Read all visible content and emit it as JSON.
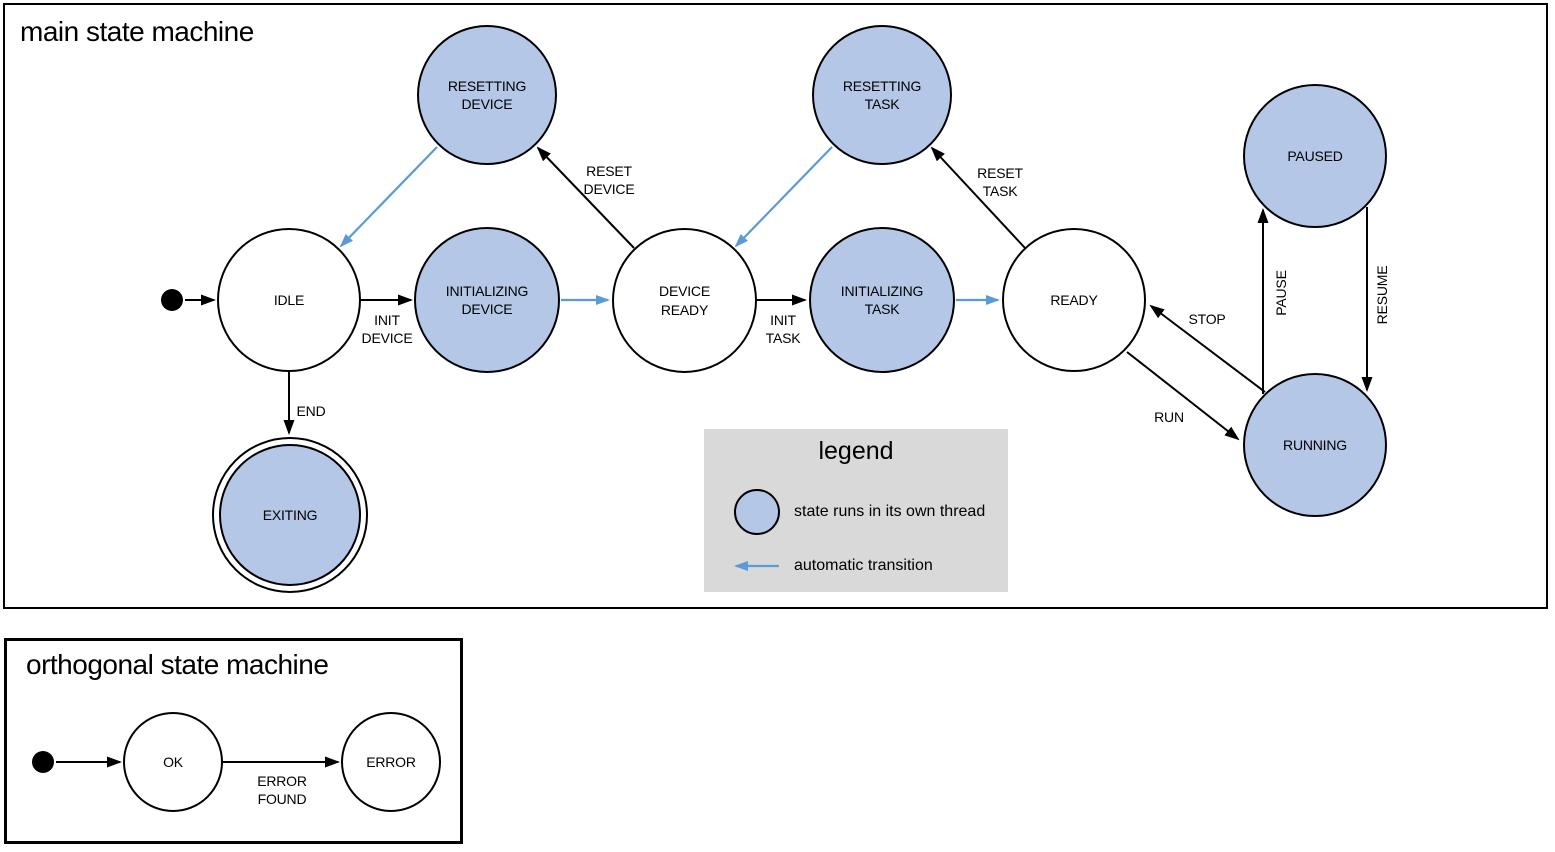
{
  "colors": {
    "threaded_state_fill": "#b4c7e7",
    "normal_state_fill": "#ffffff",
    "automatic_transition_blue": "#5b9bd5",
    "line_black": "#000000",
    "legend_background": "#d9d9d9"
  },
  "main_machine": {
    "title": "main state machine",
    "states": {
      "idle": {
        "label": "IDLE"
      },
      "initializing_device": {
        "label": "INITIALIZING\nDEVICE"
      },
      "resetting_device": {
        "label": "RESETTING\nDEVICE"
      },
      "device_ready": {
        "label": "DEVICE\nREADY"
      },
      "initializing_task": {
        "label": "INITIALIZING\nTASK"
      },
      "resetting_task": {
        "label": "RESETTING\nTASK"
      },
      "ready": {
        "label": "READY"
      },
      "paused": {
        "label": "PAUSED"
      },
      "running": {
        "label": "RUNNING"
      },
      "exiting": {
        "label": "EXITING"
      }
    },
    "transition_labels": {
      "init_device": "INIT\nDEVICE",
      "reset_device": "RESET\nDEVICE",
      "init_task": "INIT\nTASK",
      "reset_task": "RESET\nTASK",
      "stop": "STOP",
      "run": "RUN",
      "pause": "PAUSE",
      "resume": "RESUME",
      "end": "END"
    }
  },
  "legend": {
    "title": "legend",
    "items": [
      {
        "label": "state runs in its own thread"
      },
      {
        "label": "automatic transition"
      }
    ]
  },
  "orthogonal_machine": {
    "title": "orthogonal state machine",
    "states": {
      "ok": {
        "label": "OK"
      },
      "error": {
        "label": "ERROR"
      }
    },
    "transition_labels": {
      "error_found": "ERROR\nFOUND"
    }
  }
}
